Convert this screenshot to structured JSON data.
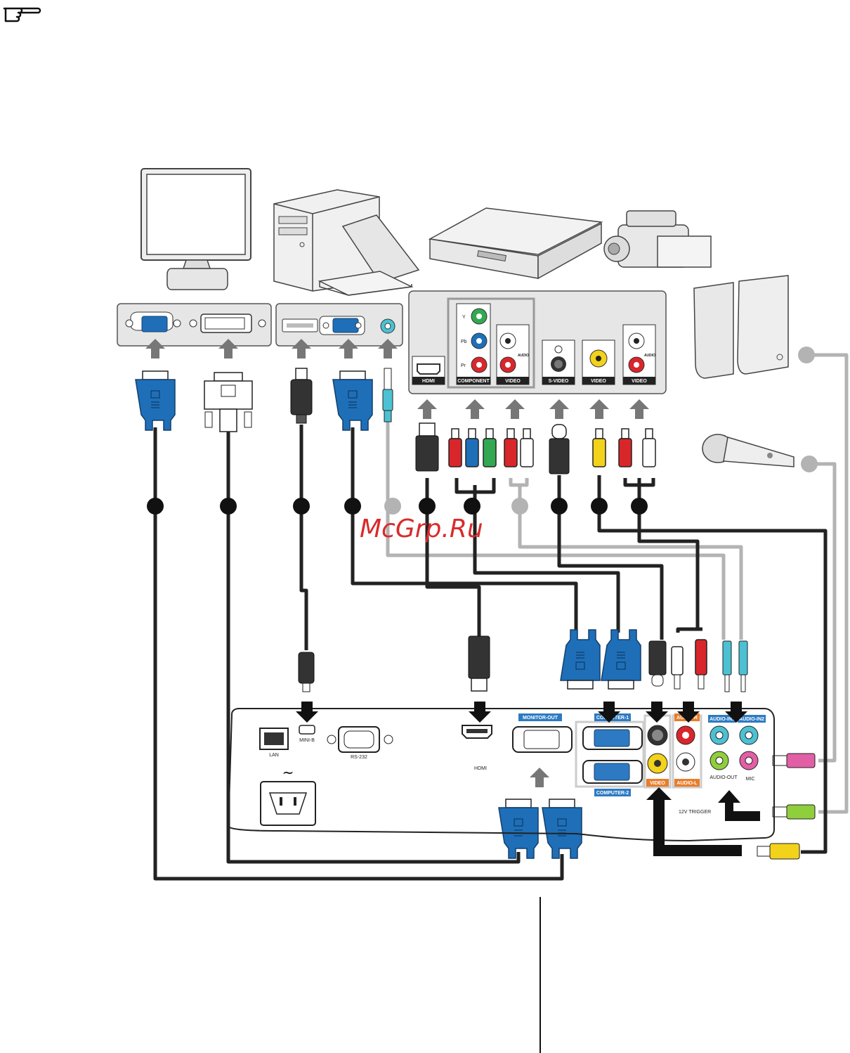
{
  "watermark": "McGrp.Ru",
  "source_labels": {
    "hdmi": "HDMI",
    "component": "COMPONENT",
    "video1": "VIDEO",
    "svideo": "S-VIDEO",
    "video2": "VIDEO",
    "video3": "VIDEO",
    "audio1": "AUDIO",
    "audio2": "AUDIO",
    "y": "Y",
    "pb": "Pb",
    "pr": "Pr"
  },
  "projector_labels": {
    "lan": "LAN",
    "mini_b": "MINI-B",
    "rs232": "RS-232",
    "hdmi": "HDMI",
    "monitor_out": "MONITOR-OUT",
    "computer1": "COMPUTER-1",
    "computer2": "COMPUTER-2",
    "video": "VIDEO",
    "audio_l": "AUDIO-L",
    "audio_r": "AUDIO-R",
    "audio_in1": "AUDIO-IN1",
    "audio_in2": "AUDIO-IN2",
    "audio_out": "AUDIO-OUT",
    "mic": "MIC",
    "trigger": "12V TRIGGER",
    "ac": "~"
  },
  "colors": {
    "vga_blue": "#1e6fb8",
    "red": "#d9262b",
    "green": "#33a852",
    "yellow": "#f2d21b",
    "teal": "#4cc1d3",
    "pink": "#e25fa6",
    "lime": "#8fcf3c",
    "cable_black": "#222222",
    "cable_grey": "#b3b3b3"
  },
  "icons": [
    "note-hand-icon",
    "monitor-icon",
    "pc-tower-icon",
    "laptop-icon",
    "dvd-player-icon",
    "camcorder-icon",
    "speakers-icon",
    "microphone-icon"
  ]
}
